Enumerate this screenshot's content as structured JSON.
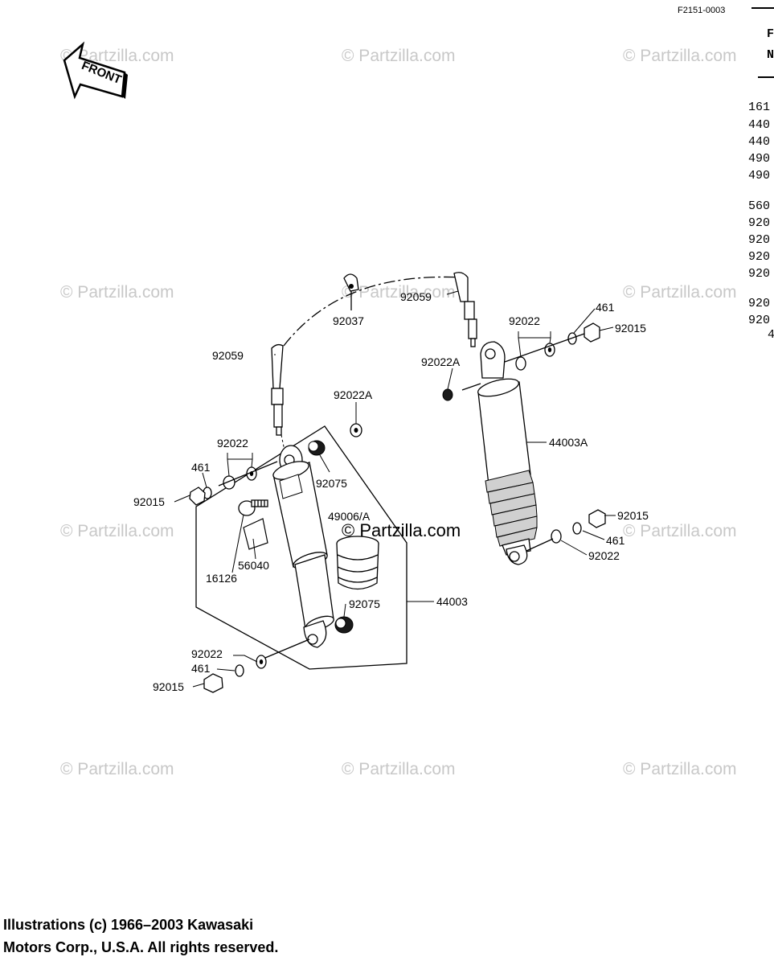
{
  "figure_code": "F2151-0003",
  "front_label": "FRONT",
  "watermark": "© Partzilla.com",
  "copyright_lines": [
    "Illustrations (c) 1966–2003 Kawasaki",
    "Motors Corp., U.S.A.  All rights reserved."
  ],
  "side_column": {
    "header": [
      "F",
      "N"
    ],
    "items": [
      "161",
      "440",
      "440",
      "490",
      "490",
      "560",
      "920",
      "920",
      "920",
      "920",
      "920",
      "920",
      "4"
    ]
  },
  "callouts": {
    "c92037": "92037",
    "c92059_top": "92059",
    "c92059_left": "92059",
    "c92022_right": "92022",
    "c461_right_top": "461",
    "c92015_right_top": "92015",
    "c92022A_right": "92022A",
    "c44003A": "44003A",
    "c92015_right_bot": "92015",
    "c461_right_bot": "461",
    "c92022_right_bot": "92022",
    "c92022A_left": "92022A",
    "c92022_left_top": "92022",
    "c461_left_top": "461",
    "c92015_left_top": "92015",
    "c92075_top": "92075",
    "c49006A": "49006/A",
    "c56040": "56040",
    "c16126": "16126",
    "c92075_bot": "92075",
    "c44003": "44003",
    "c92022_left_bot": "92022",
    "c461_left_bot": "461",
    "c92015_left_bot": "92015"
  }
}
